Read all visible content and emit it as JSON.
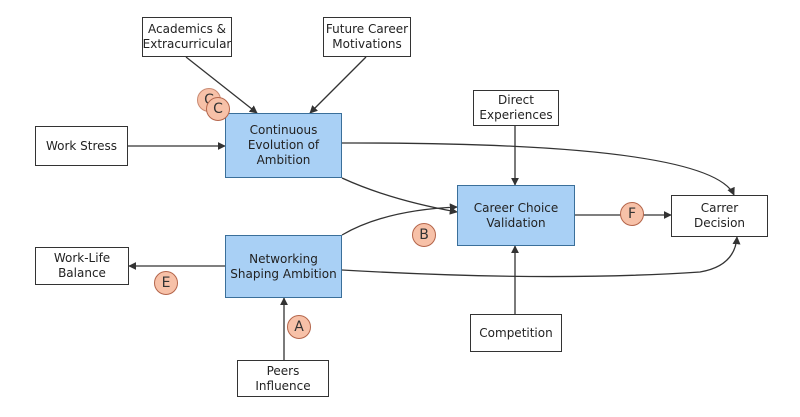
{
  "diagram": {
    "nodes": {
      "academics": "Academics &\nExtracurricular",
      "future_career": "Future Career\nMotivations",
      "work_stress": "Work Stress",
      "continuous": "Continuous\nEvolution of\nAmbition",
      "direct": "Direct\nExperiences",
      "validation": "Career Choice\nValidation",
      "decision": "Carrer\nDecision",
      "worklife": "Work-Life\nBalance",
      "networking": "Networking\nShaping Ambition",
      "competition": "Competition",
      "peers": "Peers\nInfluence"
    },
    "badges": {
      "a": "A",
      "b": "B",
      "c_back": "C",
      "c": "C",
      "e": "E",
      "f": "F"
    },
    "colors": {
      "main_fill": "#a9d0f5",
      "badge_fill": "#f7c1a8",
      "edge": "#333333"
    }
  }
}
